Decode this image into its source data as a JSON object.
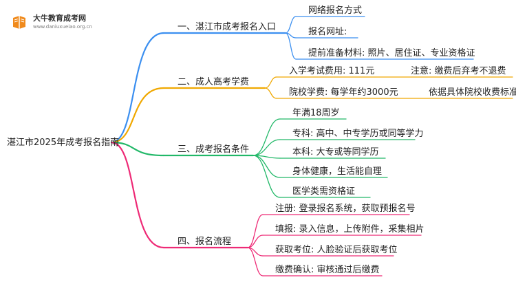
{
  "logo": {
    "name": "大牛教育成考网",
    "url": "www.daniuxueiao.org.cn"
  },
  "root": {
    "label": "湛江市2025年成考报名指南"
  },
  "colors": {
    "branch_1": "#3b8ff0",
    "branch_2": "#f0a800",
    "branch_3": "#21b868",
    "branch_4": "#ee2a76",
    "logo_orange": "#f08a1c"
  },
  "branches": [
    {
      "label": "一、湛江市成考报名入口",
      "children": [
        {
          "label": "网络报名方式"
        },
        {
          "label": "报名网址:"
        },
        {
          "label": "提前准备材料: 照片、居住证、专业资格证"
        }
      ]
    },
    {
      "label": "二、成人高考学费",
      "children": [
        {
          "label": "入学考试费用: 111元",
          "note": "注意: 缴费后弃考不退费"
        },
        {
          "label": "院校学费: 每学年约3000元",
          "note": "依据具体院校收费标准"
        }
      ]
    },
    {
      "label": "三、成考报名条件",
      "children": [
        {
          "label": "年满18周岁"
        },
        {
          "label": "专科: 高中、中专学历或同等学力"
        },
        {
          "label": "本科: 大专或等同学历"
        },
        {
          "label": "身体健康，生活能自理"
        },
        {
          "label": "医学类需资格证"
        }
      ]
    },
    {
      "label": "四、报名流程",
      "children": [
        {
          "label": "注册: 登录报名系统，获取预报名号"
        },
        {
          "label": "填报: 录入信息，上传附件，采集相片"
        },
        {
          "label": "获取考位: 人脸验证后获取考位"
        },
        {
          "label": "缴费确认: 审核通过后缴费"
        }
      ]
    }
  ]
}
